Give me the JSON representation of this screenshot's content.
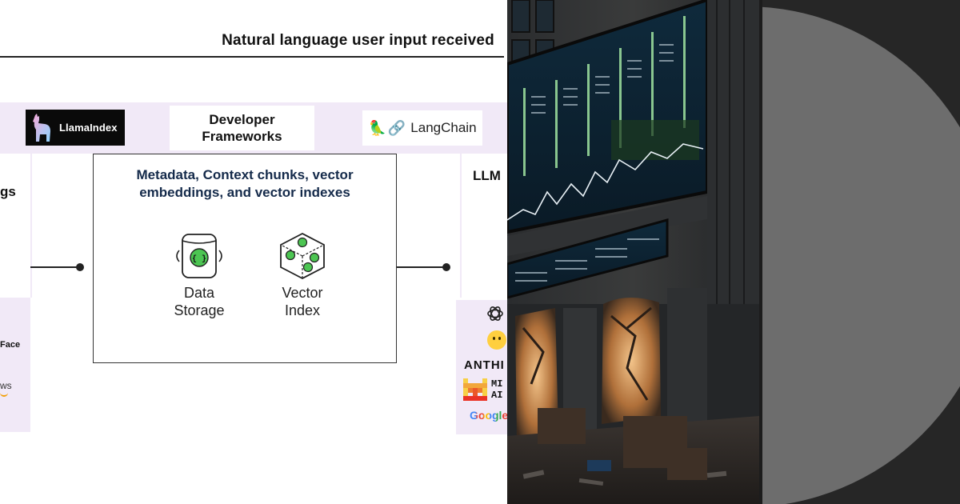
{
  "header": {
    "text": "Natural language user input received"
  },
  "frameworks": {
    "title": "Developer\nFrameworks",
    "llamaindex": "LlamaIndex",
    "langchain": "LangChain"
  },
  "main_box": {
    "title": "Metadata, Context chunks, vector\nembeddings, and vector indexes",
    "items": [
      {
        "label": "Data\nStorage",
        "icon": "data-storage-icon"
      },
      {
        "label": "Vector\nIndex",
        "icon": "vector-index-icon"
      }
    ]
  },
  "left_fragments": {
    "heading": "gs",
    "face": "Face",
    "ws": "ws"
  },
  "right_fragments": {
    "llm": "LLM",
    "anth": "ANTHI",
    "mi": "MI\nAI",
    "google": "Google"
  },
  "colors": {
    "lavender": "#f1e9f7",
    "green_dot": "#4cc552",
    "title_navy": "#142a4a",
    "disc": "#6d6d6d",
    "disc_bg": "#262626"
  }
}
